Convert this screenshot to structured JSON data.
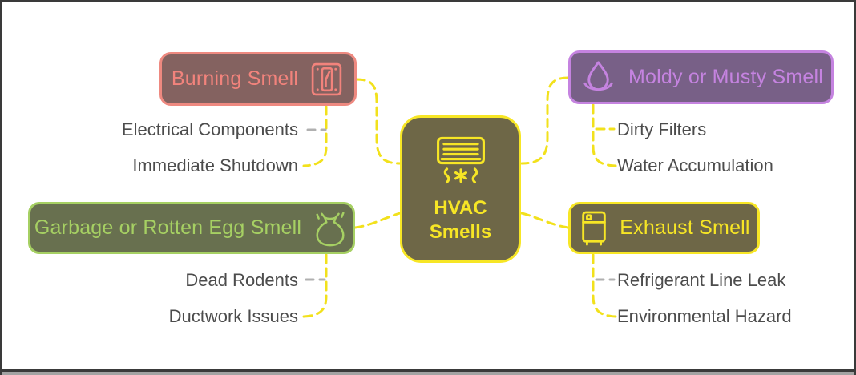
{
  "diagram": {
    "type": "mindmap",
    "topic": "HVAC Smells"
  },
  "center_node": {
    "line1": "HVAC",
    "line2": "Smells",
    "icon": "air-conditioner-icon",
    "bg": "#6e6747",
    "accent": "#f7e625"
  },
  "branches": [
    {
      "label": "Burning Smell",
      "icon": "light-switch-icon",
      "bg": "#846260",
      "accent": "#f2837c",
      "border": "#ee8980",
      "children": [
        "Electrical Components",
        "Immediate Shutdown"
      ]
    },
    {
      "label": "Moldy or Musty Smell",
      "icon": "humidity-drop-icon",
      "bg": "#786087",
      "accent": "#c583e0",
      "border": "#c583e0",
      "children": [
        "Dirty Filters",
        "Water Accumulation"
      ]
    },
    {
      "label": "Garbage or Rotten Egg Smell",
      "icon": "garbage-bag-icon",
      "bg": "#68704f",
      "accent": "#a6d063",
      "border": "#a6d063",
      "children": [
        "Dead Rodents",
        "Ductwork Issues"
      ]
    },
    {
      "label": "Exhaust Smell",
      "icon": "refrigerator-icon",
      "bg": "#6e6747",
      "accent": "#f7e625",
      "border": "#f7e625",
      "children": [
        "Refrigerant Line Leak",
        "Environmental Hazard"
      ]
    }
  ],
  "connectors": {
    "primary_color": "#f2e11c",
    "secondary_color": "#b0b0b0",
    "style": "dashed"
  },
  "frame": {
    "background": "#ffffff",
    "border_color": "#3a3a3a",
    "child_text_color": "#4c4c4c"
  }
}
